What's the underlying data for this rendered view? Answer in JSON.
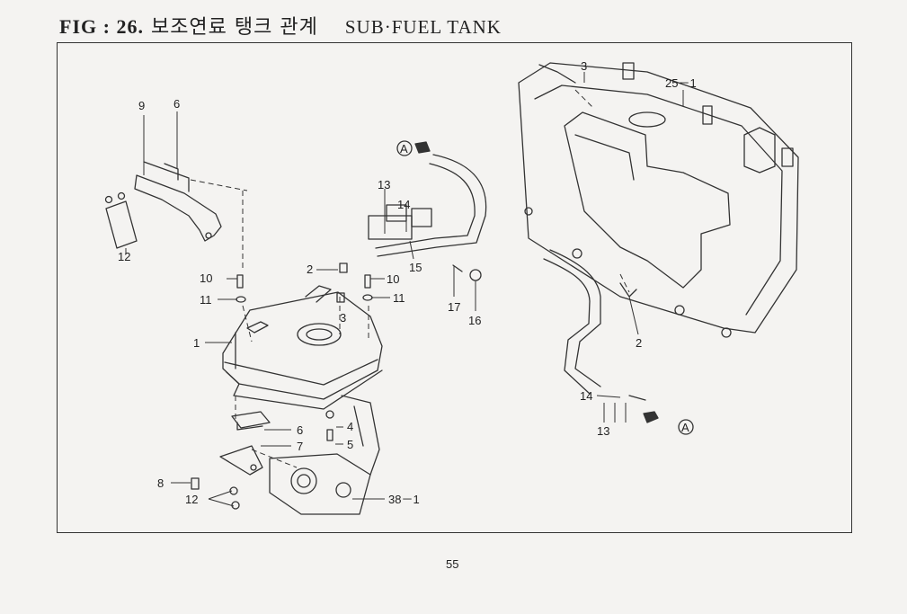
{
  "header": {
    "fig_label": "FIG : 26.",
    "title_korean": "보조연료 탱크 관계",
    "title_english": "SUB·FUEL TANK"
  },
  "callouts": {
    "c9": "9",
    "c6_top": "6",
    "c12_left": "12",
    "c10_left": "10",
    "c11_left": "11",
    "c1": "1",
    "c2_mid": "2",
    "c10_mid": "10",
    "c11_mid": "11",
    "c3_mid": "3",
    "c13_top": "13",
    "c14_top": "14",
    "c15": "15",
    "c17": "17",
    "c16": "16",
    "c6_bottom": "6",
    "c4": "4",
    "c5": "5",
    "c7": "7",
    "c8": "8",
    "c12_bottom": "12",
    "c38_1": "38－1",
    "c3_right": "3",
    "c25_1": "25－1",
    "c2_right": "2",
    "c14_right": "14",
    "c13_right": "13",
    "ref_a_top": "A",
    "ref_a_right": "A"
  },
  "footer": {
    "page_number": "55"
  }
}
